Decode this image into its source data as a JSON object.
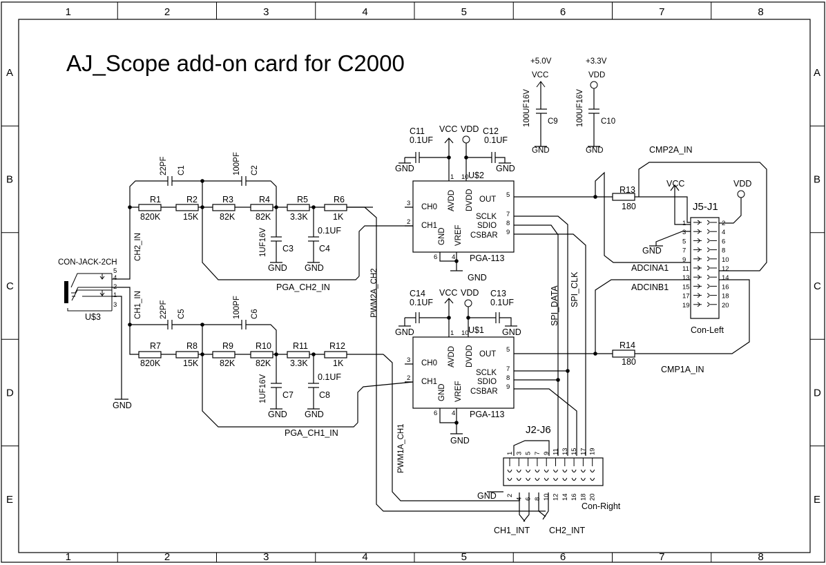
{
  "title": "AJ_Scope add-on card  for C2000",
  "border": {
    "columns": [
      "1",
      "2",
      "3",
      "4",
      "5",
      "6",
      "7",
      "8"
    ],
    "rows": [
      "A",
      "B",
      "C",
      "D",
      "E"
    ]
  },
  "supply": {
    "vcc_voltage": "+5.0V",
    "vdd_voltage": "+3.3V",
    "vcc": "VCC",
    "vdd": "VDD",
    "gnd": "GND"
  },
  "components": {
    "C9": {
      "ref": "C9",
      "value": "100UF16V"
    },
    "C10": {
      "ref": "C10",
      "value": "100UF16V"
    },
    "C1": {
      "ref": "C1",
      "value": "22PF"
    },
    "C2": {
      "ref": "C2",
      "value": "100PF"
    },
    "C3": {
      "ref": "C3",
      "value": "1UF16V"
    },
    "C4": {
      "ref": "C4",
      "value": "0.1UF"
    },
    "C5": {
      "ref": "C5",
      "value": "22PF"
    },
    "C6": {
      "ref": "C6",
      "value": "100PF"
    },
    "C7": {
      "ref": "C7",
      "value": "1UF16V"
    },
    "C8": {
      "ref": "C8",
      "value": "0.1UF"
    },
    "C11": {
      "ref": "C11",
      "value": "0.1UF"
    },
    "C12": {
      "ref": "C12",
      "value": "0.1UF"
    },
    "C13": {
      "ref": "C13",
      "value": "0.1UF"
    },
    "C14": {
      "ref": "C14",
      "value": "0.1UF"
    },
    "R1": {
      "ref": "R1",
      "value": "820K"
    },
    "R2": {
      "ref": "R2",
      "value": "15K"
    },
    "R3": {
      "ref": "R3",
      "value": "82K"
    },
    "R4": {
      "ref": "R4",
      "value": "82K"
    },
    "R5": {
      "ref": "R5",
      "value": "3.3K"
    },
    "R6": {
      "ref": "R6",
      "value": "1K"
    },
    "R7": {
      "ref": "R7",
      "value": "820K"
    },
    "R8": {
      "ref": "R8",
      "value": "15K"
    },
    "R9": {
      "ref": "R9",
      "value": "82K"
    },
    "R10": {
      "ref": "R10",
      "value": "82K"
    },
    "R11": {
      "ref": "R11",
      "value": "3.3K"
    },
    "R12": {
      "ref": "R12",
      "value": "1K"
    },
    "R13": {
      "ref": "R13",
      "value": "180"
    },
    "R14": {
      "ref": "R14",
      "value": "180"
    }
  },
  "ics": {
    "u2": {
      "ref": "U$2",
      "type": "PGA-113"
    },
    "u1": {
      "ref": "U$1",
      "type": "PGA-113"
    },
    "pins": {
      "ch0": "CH0",
      "ch1": "CH1",
      "gnd": "GND",
      "vref": "VREF",
      "avdd": "AVDD",
      "dvdd": "DVDD",
      "out": "OUT",
      "sclk": "SCLK",
      "sdio": "SDIO",
      "csbar": "CSBAR",
      "n1": "1",
      "n2": "2",
      "n3": "3",
      "n4": "4",
      "n5": "5",
      "n6": "6",
      "n7": "7",
      "n8": "8",
      "n9": "9",
      "n10": "10"
    }
  },
  "jack": {
    "ref": "U$3",
    "type": "CON-JACK-2CH",
    "pins": [
      "5",
      "4",
      "2",
      "1",
      "3"
    ]
  },
  "header_j5": {
    "ref": "J5-J1",
    "type": "Con-Left",
    "left_pins": [
      "1",
      "3",
      "5",
      "7",
      "9",
      "11",
      "13",
      "15",
      "17",
      "19"
    ],
    "right_pins": [
      "2",
      "4",
      "6",
      "8",
      "10",
      "12",
      "14",
      "16",
      "18",
      "20"
    ]
  },
  "header_j2": {
    "ref": "J2-J6",
    "type": "Con-Right",
    "top_pins": [
      "1",
      "3",
      "5",
      "7",
      "9",
      "11",
      "13",
      "15",
      "17",
      "19"
    ],
    "bottom_pins": [
      "2",
      "4",
      "6",
      "8",
      "10",
      "12",
      "14",
      "16",
      "18",
      "20"
    ]
  },
  "nets": {
    "cmp2a": "CMP2A_IN",
    "cmp1a": "CMP1A_IN",
    "adcina1": "ADCINA1",
    "adcinb1": "ADCINB1",
    "pga_ch2": "PGA_CH2_IN",
    "pga_ch1": "PGA_CH1_IN",
    "pwm2a": "PWM2A_CH2",
    "pwm1a": "PWM1A_CH1",
    "spi_data": "SPI_DATA",
    "spi_clk": "SPI_CLK",
    "ch2_in": "CH2_IN",
    "ch1_in": "CH1_IN",
    "ch1_int": "CH1_INT",
    "ch2_int": "CH2_INT"
  }
}
